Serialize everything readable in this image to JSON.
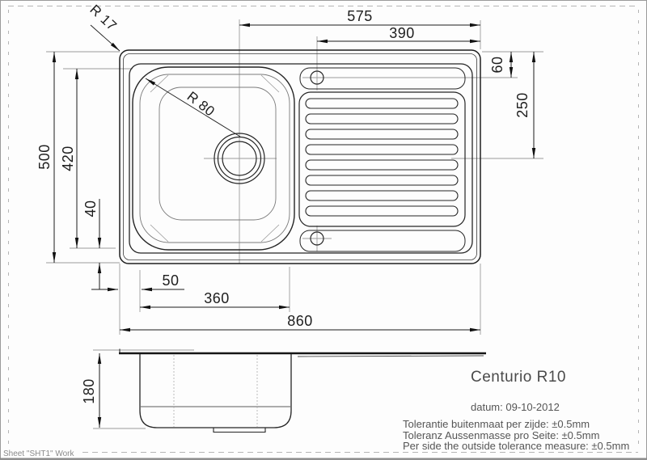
{
  "drawing": {
    "product_name": "Centurio R10",
    "date_line": "datum: 09-10-2012",
    "tolerance_lines": [
      "Tolerantie buitenmaat per zijde: ±0.5mm",
      "Toleranz Aussenmasse pro Seite: ±0.5mm",
      "Per side the outside tolerance measure: ±0.5mm"
    ],
    "sheet_label": "Sheet \"SHT1\" Work",
    "dimensions": {
      "drain_to_right_edge": "575",
      "hole_to_right_edge": "390",
      "hole_from_top": "60",
      "drain_from_top": "250",
      "outer_depth": "500",
      "bowl_outer_depth": "420",
      "bowl_to_bottom_edge": "40",
      "bowl_left_offset": "50",
      "bowl_width": "360",
      "outer_width": "860",
      "bowl_depth": "180",
      "corner_radius": "R 17",
      "bowl_corner_radius": "R 80"
    }
  }
}
